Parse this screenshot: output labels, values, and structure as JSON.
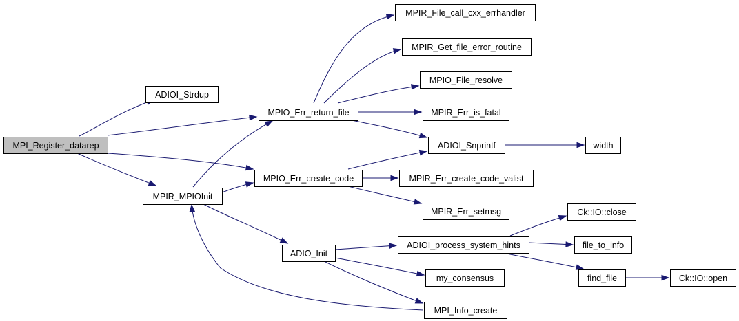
{
  "colors": {
    "edge": "#191970",
    "root_fill": "#bfbfbf",
    "node_fill": "#ffffff",
    "node_stroke": "#000000"
  },
  "nodes": [
    {
      "id": "mpi_register_datarep",
      "label": "MPI_Register_datarep",
      "root": true
    },
    {
      "id": "adioi_strdup",
      "label": "ADIOI_Strdup"
    },
    {
      "id": "mpio_err_return_file",
      "label": "MPIO_Err_return_file"
    },
    {
      "id": "mpir_file_call_cxx_errhandler",
      "label": "MPIR_File_call_cxx_errhandler"
    },
    {
      "id": "mpir_get_file_error_routine",
      "label": "MPIR_Get_file_error_routine"
    },
    {
      "id": "mpio_file_resolve",
      "label": "MPIO_File_resolve"
    },
    {
      "id": "mpir_err_is_fatal",
      "label": "MPIR_Err_is_fatal"
    },
    {
      "id": "adioi_snprintf",
      "label": "ADIOI_Snprintf"
    },
    {
      "id": "width",
      "label": "width"
    },
    {
      "id": "mpio_err_create_code",
      "label": "MPIO_Err_create_code"
    },
    {
      "id": "mpir_err_create_code_valist",
      "label": "MPIR_Err_create_code_valist"
    },
    {
      "id": "mpir_err_setmsg",
      "label": "MPIR_Err_setmsg"
    },
    {
      "id": "mpir_mpioinit",
      "label": "MPIR_MPIOInit"
    },
    {
      "id": "adio_init",
      "label": "ADIO_Init"
    },
    {
      "id": "adioi_process_system_hints",
      "label": "ADIOI_process_system_hints"
    },
    {
      "id": "ck_io_close",
      "label": "Ck::IO::close"
    },
    {
      "id": "file_to_info",
      "label": "file_to_info"
    },
    {
      "id": "find_file",
      "label": "find_file"
    },
    {
      "id": "ck_io_open",
      "label": "Ck::IO::open"
    },
    {
      "id": "my_consensus",
      "label": "my_consensus"
    },
    {
      "id": "mpi_info_create",
      "label": "MPI_Info_create"
    }
  ],
  "edges": [
    [
      "mpi_register_datarep",
      "adioi_strdup"
    ],
    [
      "mpi_register_datarep",
      "mpio_err_return_file"
    ],
    [
      "mpi_register_datarep",
      "mpio_err_create_code"
    ],
    [
      "mpi_register_datarep",
      "mpir_mpioinit"
    ],
    [
      "mpio_err_return_file",
      "mpir_file_call_cxx_errhandler"
    ],
    [
      "mpio_err_return_file",
      "mpir_get_file_error_routine"
    ],
    [
      "mpio_err_return_file",
      "mpio_file_resolve"
    ],
    [
      "mpio_err_return_file",
      "mpir_err_is_fatal"
    ],
    [
      "mpio_err_return_file",
      "adioi_snprintf"
    ],
    [
      "adioi_snprintf",
      "width"
    ],
    [
      "mpio_err_create_code",
      "adioi_snprintf"
    ],
    [
      "mpio_err_create_code",
      "mpir_err_create_code_valist"
    ],
    [
      "mpio_err_create_code",
      "mpir_err_setmsg"
    ],
    [
      "mpir_mpioinit",
      "mpio_err_return_file"
    ],
    [
      "mpir_mpioinit",
      "mpio_err_create_code"
    ],
    [
      "mpir_mpioinit",
      "adio_init"
    ],
    [
      "adio_init",
      "adioi_process_system_hints"
    ],
    [
      "adio_init",
      "my_consensus"
    ],
    [
      "adio_init",
      "mpi_info_create"
    ],
    [
      "adioi_process_system_hints",
      "ck_io_close"
    ],
    [
      "adioi_process_system_hints",
      "file_to_info"
    ],
    [
      "adioi_process_system_hints",
      "find_file"
    ],
    [
      "find_file",
      "ck_io_open"
    ],
    [
      "mpi_info_create",
      "mpir_mpioinit"
    ]
  ]
}
